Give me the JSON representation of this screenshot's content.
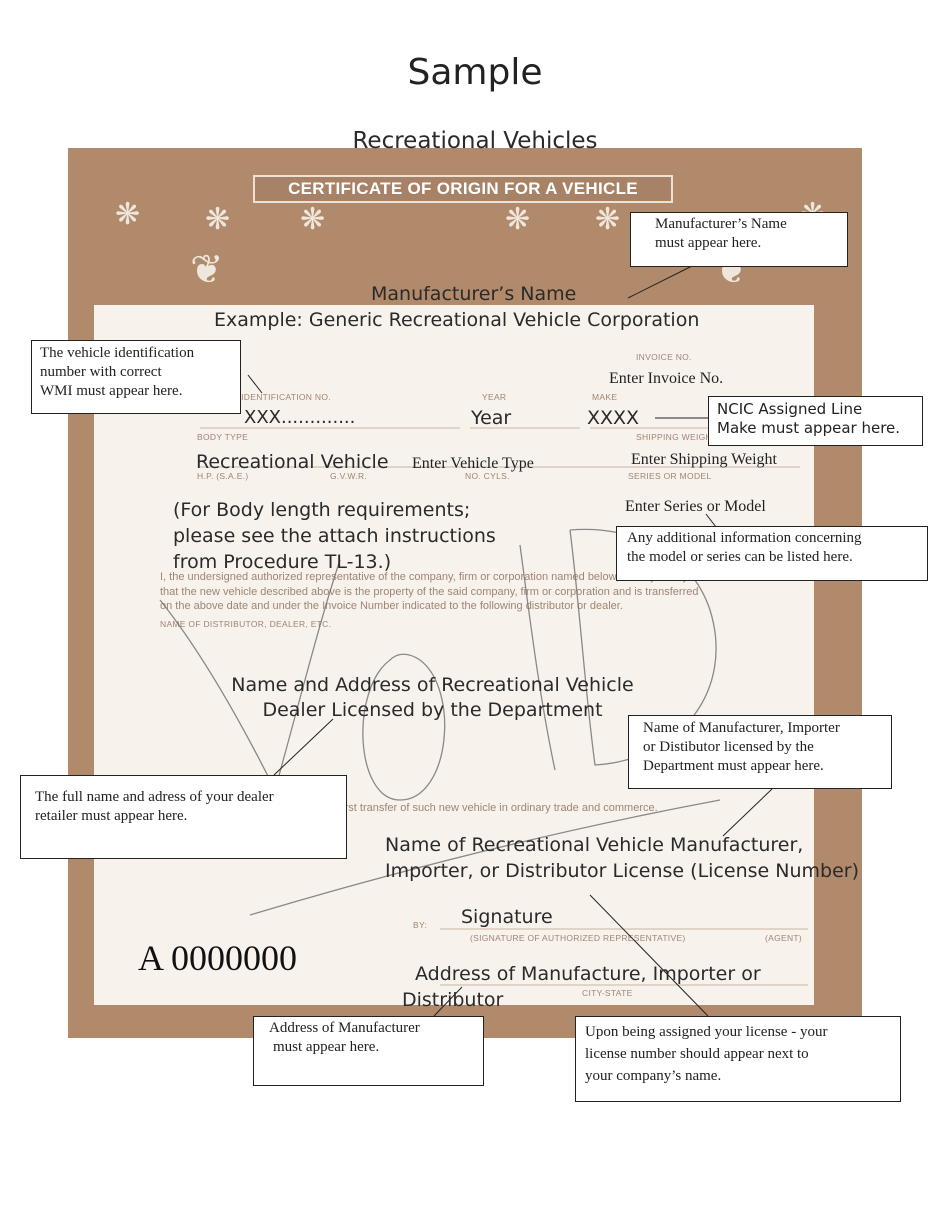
{
  "page": {
    "title": "Sample",
    "subtitle": "Recreational Vehicles"
  },
  "certificate": {
    "banner": "CERTIFICATE OF ORIGIN FOR A VEHICLE",
    "printed_labels": {
      "invoice_no": "INVOICE NO.",
      "vin": "VEHICLE IDENTIFICATION NO.",
      "year": "YEAR",
      "make": "MAKE",
      "body_type": "BODY TYPE",
      "shipping_weight": "SHIPPING WEIGHT",
      "hp": "H.P. (S.A.E.)",
      "gvwr": "G.V.W.R.",
      "no_cyls": "NO. CYLS.",
      "series_model": "SERIES OR MODEL",
      "distributor": "NAME OF DISTRIBUTOR, DEALER, ETC.",
      "by": "BY:",
      "signature_caption": "(SIGNATURE OF AUTHORIZED REPRESENTATIVE)",
      "agent": "(AGENT)",
      "city_state": "CITY-STATE"
    },
    "certify_lines": [
      "I, the undersigned authorized representative of the company, firm or corporation named below, hereby certify",
      "that the new vehicle described above is the property of the said company, firm or corporation and is transferred",
      "on the above date and under the Invoice Number indicated to the following distributor or dealer."
    ],
    "first_transfer_line": "It is further certified that this was the first transfer of such new vehicle in ordinary trade and commerce.",
    "void_mark": "VOID",
    "serial_number": "A 0000000"
  },
  "fields": {
    "manufacturer_name": "Manufacturer’s Name",
    "manufacturer_example": "Example:  Generic Recreational Vehicle Corporation",
    "invoice": "Enter Invoice No.",
    "vin": "XXX.............",
    "year": "Year",
    "make": "XXXX",
    "body_type": "Recreational Vehicle",
    "vehicle_type": "Enter Vehicle Type",
    "shipping_weight": "Enter Shipping Weight",
    "series_model": "Enter Series or Model",
    "body_length_note": [
      "(For Body length requirements;",
      "please see the attach instructions",
      "from Procedure TL-13.)"
    ],
    "dealer_name": [
      "Name and Address of Recreational Vehicle",
      "Dealer Licensed by the Department"
    ],
    "manufacturer_license": [
      "Name of Recreational Vehicle Manufacturer,",
      "Importer, or Distributor License (License Number)"
    ],
    "signature": "Signature",
    "address": [
      "Address of Manufacture, Importer or",
      "Distributor"
    ]
  },
  "callouts": {
    "manufacturer_name": [
      "Manufacturer’s Name",
      "must appear here."
    ],
    "vin": [
      "The vehicle identification",
      "number with correct",
      "WMI must appear here."
    ],
    "ncic": [
      "NCIC Assigned Line",
      "Make must appear here."
    ],
    "series": [
      "Any additional information concerning",
      "the model or series can be listed here."
    ],
    "licensed": [
      "Name of Manufacturer, Importer",
      "or Distibutor  licensed by the",
      "Department must appear here."
    ],
    "dealer": [
      "The full name and adress of your dealer",
      "retailer must appear here."
    ],
    "address": [
      "Address of Manufacturer",
      "must appear here."
    ],
    "license_number": [
      "Upon being assigned your license - your",
      "license number should appear next to",
      "your company’s name."
    ]
  }
}
